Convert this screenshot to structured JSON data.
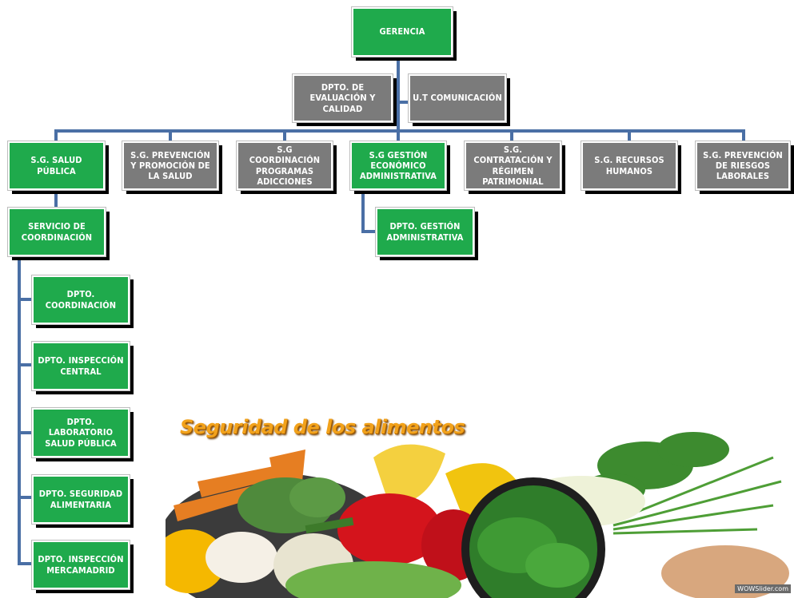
{
  "org": {
    "gerencia": "GERENCIA",
    "dpto_evaluacion": "DPTO. DE EVALUACIÓN Y CALIDAD",
    "ut_comunicacion": "U.T COMUNICACIÓN",
    "sg_salud_publica": "S.G. SALUD PÚBLICA",
    "sg_prevencion_salud": "S.G. PREVENCIÓN Y PROMOCIÓN DE LA SALUD",
    "sg_coordinacion_adicciones": "S.G COORDINACIÓN PROGRAMAS ADICCIONES",
    "sg_gestion_economico": "S.G GESTIÓN ECONÓMICO ADMINISTRATIVA",
    "sg_contratacion": "S.G. CONTRATACIÓN Y RÉGIMEN PATRIMONIAL",
    "sg_recursos_humanos": "S.G. RECURSOS HUMANOS",
    "sg_riesgos_laborales": "S.G. PREVENCIÓN DE RIESGOS LABORALES",
    "dpto_gestion_administrativa": "DPTO. GESTIÓN ADMINISTRATIVA",
    "servicio_coordinacion": "SERVICIO DE COORDINACIÓN",
    "dpto_coordinacion": "DPTO. COORDINACIÓN",
    "dpto_inspeccion_central": "DPTO. INSPECCIÓN CENTRAL",
    "dpto_laboratorio": "DPTO. LABORATORIO SALUD PÚBLICA",
    "dpto_seguridad_alimentaria": "DPTO. SEGURIDAD ALIMENTARIA",
    "dpto_inspeccion_mercamadrid": "DPTO. INSPECCIÓN MERCAMADRID"
  },
  "banner": {
    "title": "Seguridad de los alimentos",
    "watermark": "WOWSlider.com"
  },
  "colors": {
    "green": "#1faa4c",
    "grey": "#7b7b7b",
    "connector": "#4a6fa5"
  }
}
